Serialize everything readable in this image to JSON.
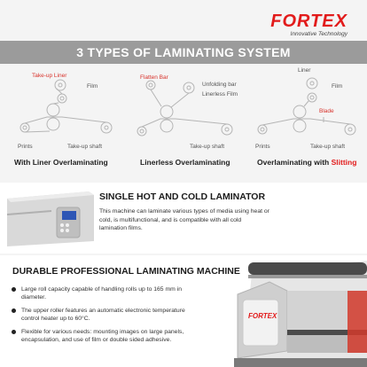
{
  "brand": {
    "name": "FORTEX",
    "tagline": "Innovative Technology"
  },
  "banner": {
    "title": "3 TYPES OF LAMINATING SYSTEM"
  },
  "diagrams": [
    {
      "caption": "With Liner Overlaminating",
      "labels": {
        "takeup_liner": "Take-up Liner",
        "film": "Film",
        "prints": "Prints",
        "takeup_shaft": "Take-up shaft"
      }
    },
    {
      "caption": "Linerless Overlaminating",
      "labels": {
        "flatten_bar": "Flatten Bar",
        "unfolding_bar": "Unfolding bar",
        "linerless_film": "Linerless Film",
        "takeup_shaft": "Take-up shaft"
      }
    },
    {
      "caption_prefix": "Overlaminating with ",
      "caption_highlight": "Slitting",
      "labels": {
        "liner": "Liner",
        "film": "Film",
        "blade": "Blade",
        "prints": "Prints",
        "takeup_shaft": "Take-up shaft"
      }
    }
  ],
  "single": {
    "heading": "SINGLE HOT AND COLD LAMINATOR",
    "body": "This machine can laminate various types of media using heat or cold, is multifunctional, and is compatible with all cold lamination films."
  },
  "durable": {
    "heading": "DURABLE PROFESSIONAL LAMINATING MACHINE",
    "bullets": [
      "Large roll capacity capable of handling rolls up to 165 mm in diameter.",
      "The upper roller features an automatic electronic temperature control heater up to 60°C.",
      "Flexible for various needs: mounting images on large panels, encapsulation, and use of film or double sided adhesive."
    ],
    "machine_logo": "FORTEX"
  },
  "colors": {
    "accent": "#e21b1b",
    "banner": "#9b9b9b",
    "diagram_line": "#b5b5b5",
    "label_red": "#d8322b"
  }
}
